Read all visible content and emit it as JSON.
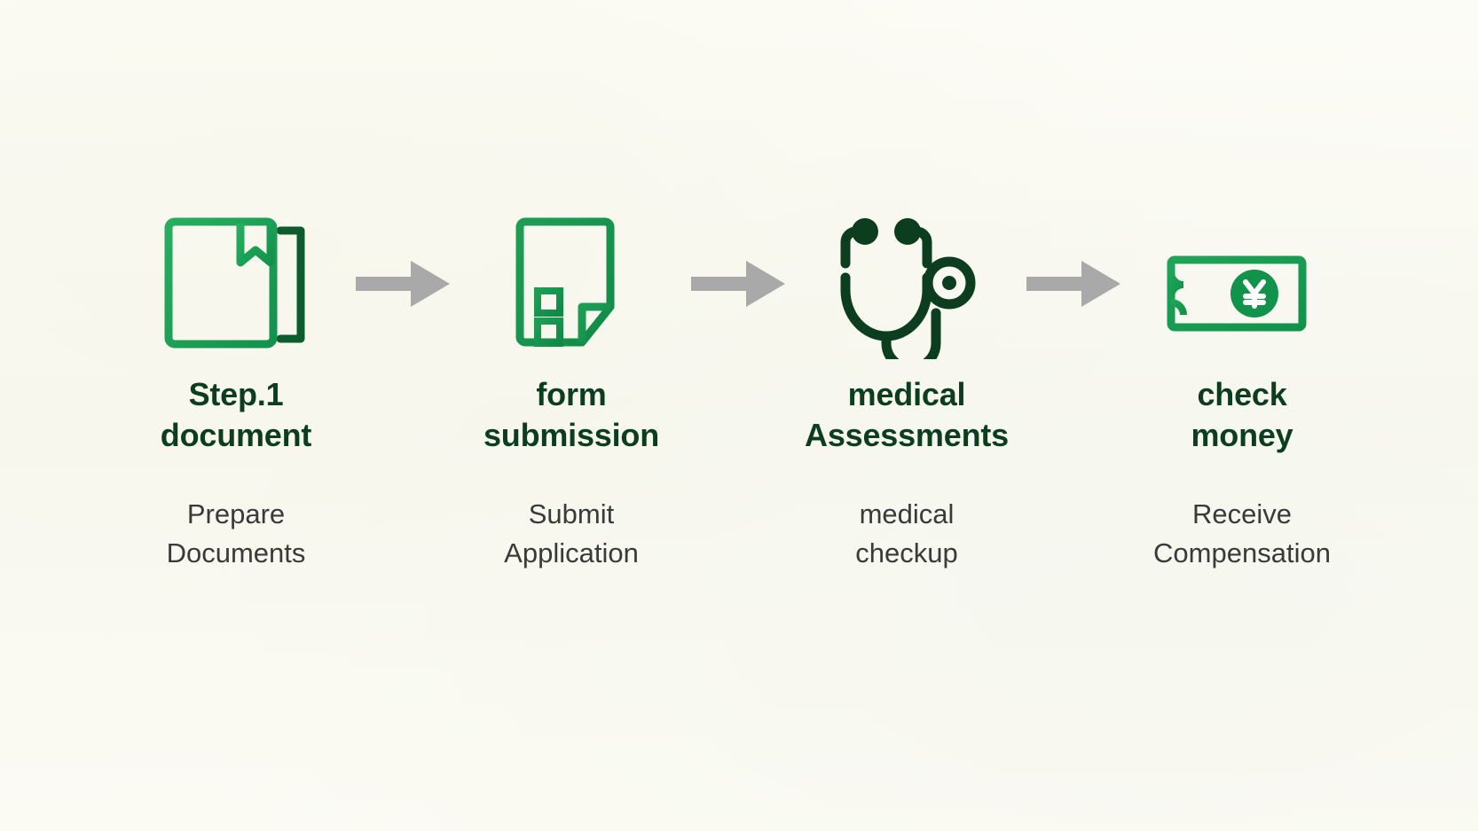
{
  "page": {
    "background_color": "#fbfbf4",
    "heading_color": "#0d3d1f",
    "description_color": "#3a3a3a",
    "arrow_color": "#a8a8a8",
    "icon_green_light": "#22a55a",
    "icon_green_dark": "#0f6b33",
    "icon_green_darkest": "#0d3d1f"
  },
  "steps": [
    {
      "icon": "document-with-bookmark-icon",
      "title": "Step.1\ndocument",
      "title_line1": "Step.1",
      "title_line2": "document",
      "description": "Prepare\nDocuments",
      "desc_line1": "Prepare",
      "desc_line2": "Documents"
    },
    {
      "icon": "form-checklist-icon",
      "title": "form\nsubmission",
      "title_line1": "form",
      "title_line2": "submission",
      "description": "Submit\nApplication",
      "desc_line1": "Submit",
      "desc_line2": "Application"
    },
    {
      "icon": "stethoscope-icon",
      "title": "medical\nAssessments",
      "title_line1": "medical",
      "title_line2": "Assessments",
      "description": "medical\ncheckup",
      "desc_line1": "medical",
      "desc_line2": "checkup"
    },
    {
      "icon": "banknote-yen-icon",
      "title": "check\nmoney",
      "title_line1": "check",
      "title_line2": "money",
      "description": "Receive\nCompensation",
      "desc_line1": "Receive",
      "desc_line2": "Compensation"
    }
  ],
  "arrows": [
    {
      "icon": "arrow-right-icon"
    },
    {
      "icon": "arrow-right-icon"
    },
    {
      "icon": "arrow-right-icon"
    }
  ]
}
